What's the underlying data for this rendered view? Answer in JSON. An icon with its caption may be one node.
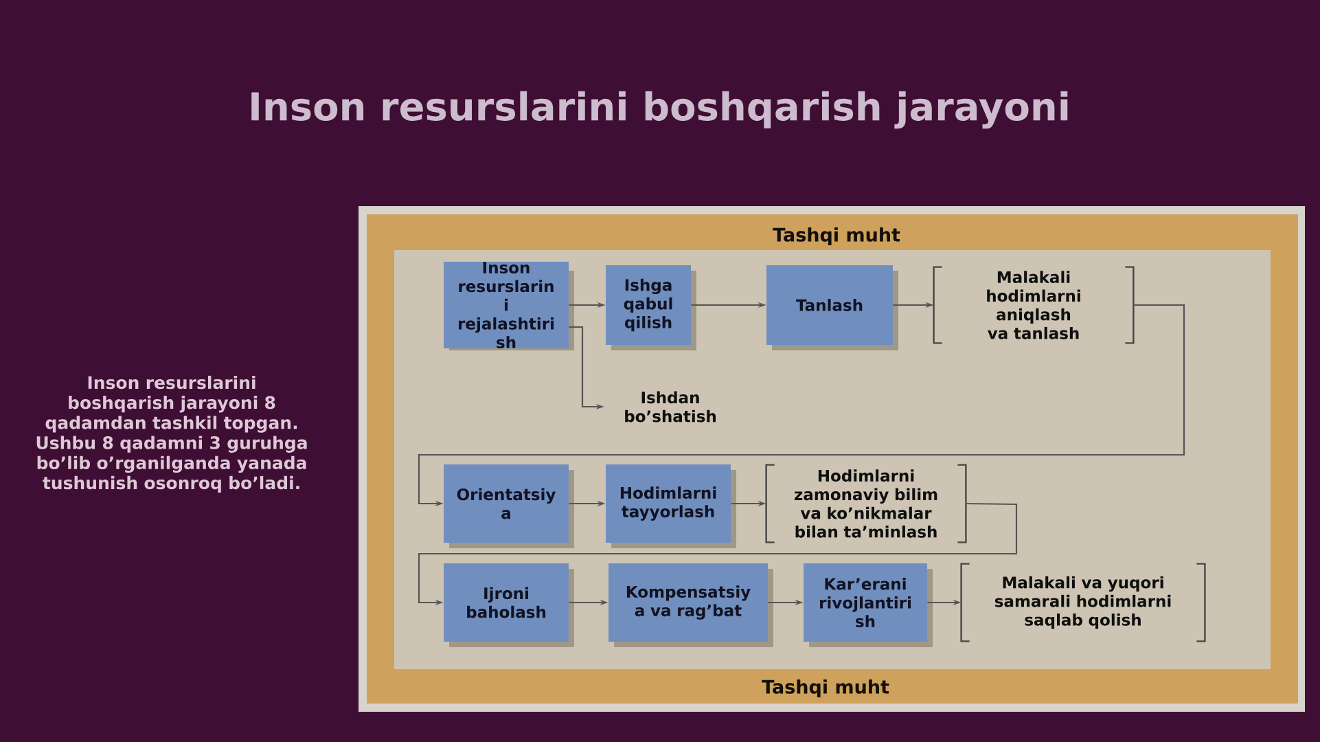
{
  "diagram": {
    "title": "Inson resurslarini boshqarish jarayoni",
    "nodes": [
      {
        "text": [
          "Tashqi muht",
          "Tashqi muht"
        ]
      },
      {
        "text": [
          "Inson resurslarin i rejalashtiri sh"
        ],
        "in": 0
      },
      {
        "text": [
          "Ishga qabul qilish"
        ],
        "in": 0
      },
      {
        "text": [
          "Tanlash"
        ],
        "in": 0
      },
      {
        "text": [
          "Malakali hodimlarni aniqlash va tanlash"
        ],
        "in": 0
      },
      {
        "text": [
          "Ishdan bo’shatish"
        ],
        "in": 0
      },
      {
        "text": [
          "Orientatsiy a"
        ],
        "in": 0
      },
      {
        "text": [
          "Hodimlarni tayyorlash"
        ],
        "in": 0
      },
      {
        "text": [
          "Hodimlarni zamonaviy bilim va ko’nikmalar bilan ta’minlash"
        ],
        "in": 0
      },
      {
        "text": [
          "Ijroni baholash"
        ],
        "in": 0
      },
      {
        "text": [
          "Kompensatsiy a va rag’bat"
        ],
        "in": 0
      },
      {
        "text": [
          "Kar’erani rivojlantiri sh"
        ],
        "in": 0
      },
      {
        "text": [
          "Malakali va yuqori samarali hodimlarni saqlab qolish"
        ],
        "in": 0
      }
    ],
    "edges": [
      {
        "from": 1,
        "to": 2,
        "arrow": "to"
      },
      {
        "from": 2,
        "to": 3,
        "arrow": "to"
      },
      {
        "from": 3,
        "to": 4,
        "arrow": "to"
      },
      {
        "from": 1,
        "to": 5,
        "arrow": "to"
      },
      {
        "from": 4,
        "to": 6,
        "arrow": "to"
      },
      {
        "from": 6,
        "to": 7,
        "arrow": "to"
      },
      {
        "from": 7,
        "to": 8,
        "arrow": "to"
      },
      {
        "from": 8,
        "to": 9,
        "arrow": "to"
      },
      {
        "from": 9,
        "to": 10,
        "arrow": "to"
      },
      {
        "from": 10,
        "to": 11,
        "arrow": "to"
      },
      {
        "from": 11,
        "to": 12,
        "arrow": "to"
      }
    ],
    "labels": [
      "Inson resurslarini boshqarish jarayoni 8 qadamdan tashkil topgan. Ushbu 8 qadamni 3 guruhga bo’lib o’rganilganda yanada tushunish osonroq bo’ladi."
    ]
  }
}
